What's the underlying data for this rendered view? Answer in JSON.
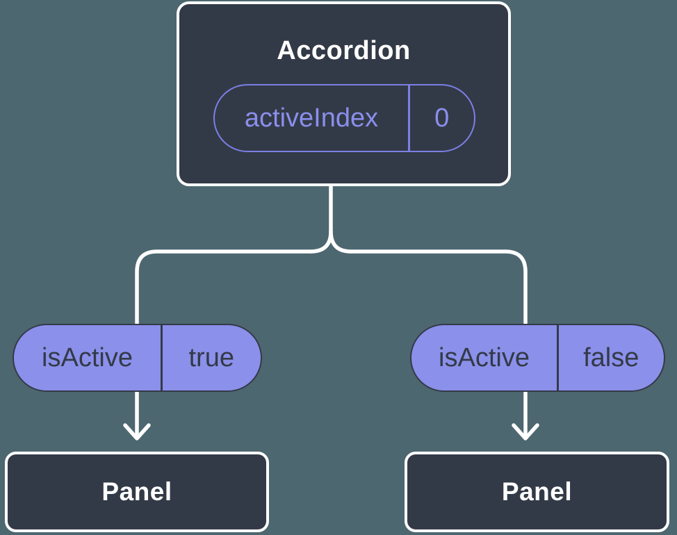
{
  "colors": {
    "background": "#4D6770",
    "node_fill": "#333A47",
    "node_border": "#FFFFFF",
    "pill_fill": "#8B90EB",
    "pill_outline": "#7B80E6",
    "pill_text_purple": "#8A8FEC",
    "pill_text_dark": "#333A47",
    "connector": "#FFFFFF"
  },
  "icons": {
    "arrow_down": "arrow-down-icon (white chevron arrow drawn as SVG stroke)"
  },
  "diagram": {
    "root_node": {
      "title": "Accordion",
      "prop": {
        "name": "activeIndex",
        "value": "0"
      }
    },
    "branches": [
      {
        "state": {
          "name": "isActive",
          "value": "true"
        },
        "node": {
          "title": "Panel"
        }
      },
      {
        "state": {
          "name": "isActive",
          "value": "false"
        },
        "node": {
          "title": "Panel"
        }
      }
    ]
  }
}
